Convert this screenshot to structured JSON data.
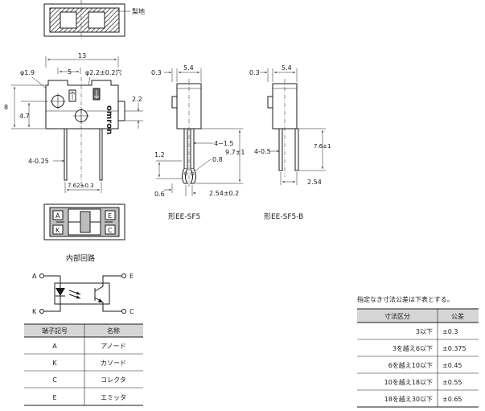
{
  "top_view": {
    "surface_label": "梨地"
  },
  "front_view": {
    "dim_width": "13",
    "dim_hole_dia": "φ1.9",
    "dim_pitch": "5",
    "dim_mount_hole": "φ2.2±0.2穴",
    "dim_height": "8",
    "dim_hole_height": "4.7",
    "dim_right_offset": "2.2",
    "dim_pins": "4-0.25",
    "dim_pin_pitch": "7.62±0.3",
    "brand": "omron"
  },
  "side_view_sf5": {
    "dim_top_left": "0.3",
    "dim_top_width": "5.4",
    "dim_lead": "4−1.5",
    "dim_height": "9.7±1",
    "dim_left": "1.2",
    "dim_bend": "0.8",
    "dim_bottom_left": "0.6",
    "dim_pitch": "2.54±0.2",
    "caption": "形EE-SF5"
  },
  "side_view_sf5b": {
    "dim_top_left": "0.3",
    "dim_top_width": "5.4",
    "dim_pins": "4-0.5",
    "dim_height": "7.6±1",
    "dim_pitch": "2.54",
    "caption": "形EE-SF5-B"
  },
  "bottom_view": {
    "pins": [
      {
        "label": "A"
      },
      {
        "label": "K"
      },
      {
        "label": "E"
      },
      {
        "label": "C"
      }
    ]
  },
  "circuit": {
    "title": "内部回路",
    "terminals": [
      {
        "label": "A"
      },
      {
        "label": "K"
      },
      {
        "label": "E"
      },
      {
        "label": "C"
      }
    ]
  },
  "terminal_table": {
    "headers": [
      "端子記号",
      "名称"
    ],
    "rows": [
      [
        "A",
        "アノード"
      ],
      [
        "K",
        "カソード"
      ],
      [
        "C",
        "コレクタ"
      ],
      [
        "E",
        "エミッタ"
      ]
    ]
  },
  "tolerance_table": {
    "caption": "指定なき寸法公差は下表とする。",
    "headers": [
      "寸法区分",
      "公差"
    ],
    "rows": [
      [
        "3以下",
        "±0.3"
      ],
      [
        "3を越え6以下",
        "±0.375"
      ],
      [
        "6を越え10以下",
        "±0.45"
      ],
      [
        "10を越え18以下",
        "±0.55"
      ],
      [
        "18を越え30以下",
        "±0.65"
      ]
    ]
  },
  "colors": {
    "line": "#1a1a1a",
    "header_fill": "#d6d6d6"
  }
}
